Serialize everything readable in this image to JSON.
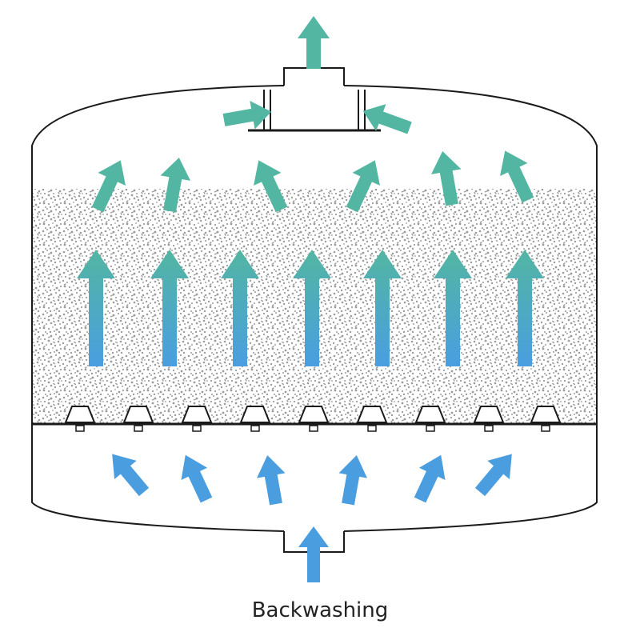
{
  "caption": "Backwashing",
  "colors": {
    "outline": "#1a1a1a",
    "media_dots": "#8a8a8a",
    "inlet_arrow": "#4a9ee0",
    "outlet_arrow": "#52b6a2",
    "column_arrow_top": "#52b6a2",
    "column_arrow_bottom": "#4a9ee0"
  },
  "icons": {
    "inlet_arrows": "blue-up-arrow",
    "column_arrows": "gradient-up-arrow",
    "outlet_arrows": "teal-arrow",
    "nozzles": "strainer-nozzle"
  }
}
